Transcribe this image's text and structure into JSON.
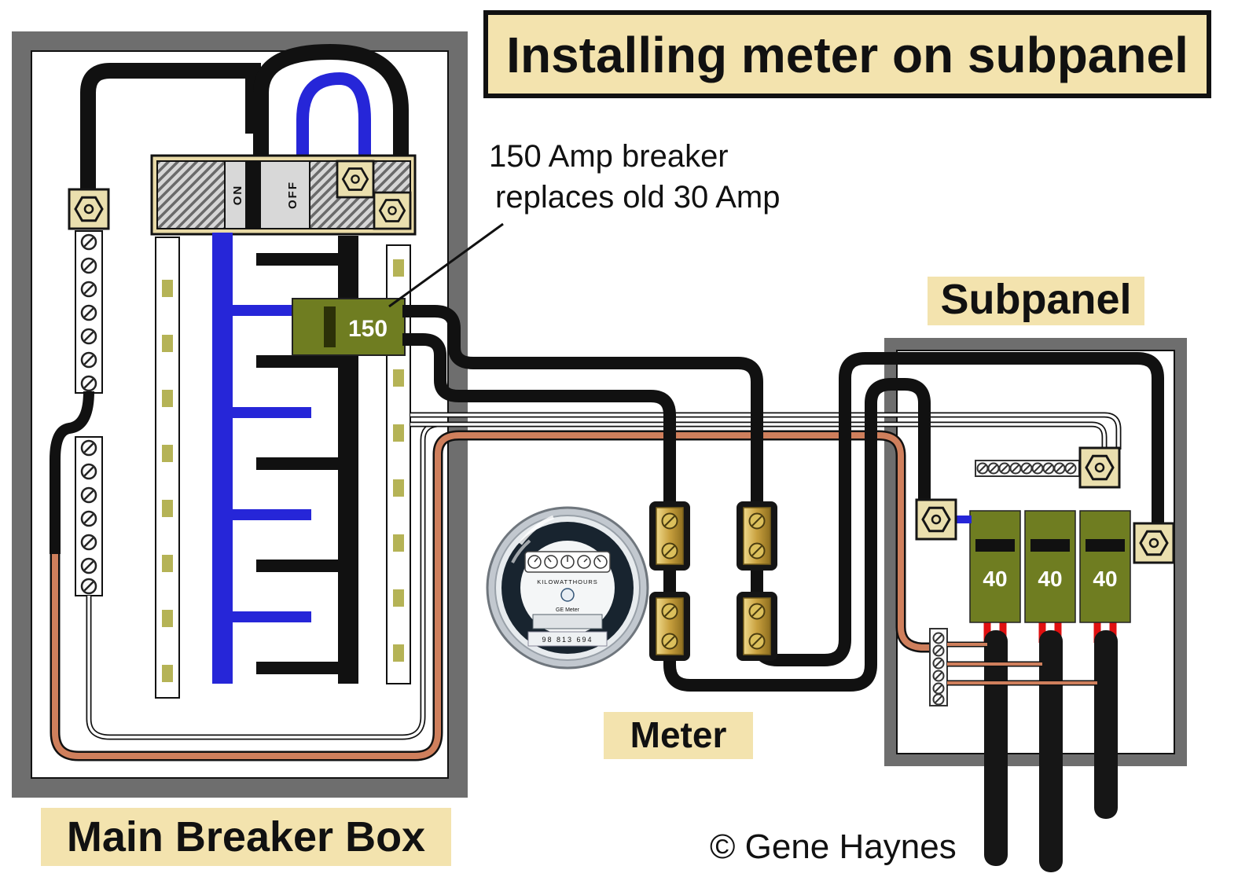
{
  "title": "Installing meter on subpanel",
  "annotation": {
    "line1": "150 Amp breaker",
    "line2": "replaces old 30 Amp"
  },
  "main_panel": {
    "label": "Main Breaker Box",
    "switch_on": "ON",
    "switch_off": "OFF",
    "breaker_150": "150"
  },
  "meter": {
    "label": "Meter",
    "face_title": "KILOWATTHOURS",
    "brand": "GE Meter",
    "serial": "98 813 694"
  },
  "subpanel": {
    "label": "Subpanel",
    "breakers": [
      "40",
      "40",
      "40"
    ]
  },
  "copyright": "© Gene Haynes",
  "colors": {
    "label_bg": "#f3e3ae",
    "olive": "#6f7d21",
    "blue": "#2626d8",
    "copper": "#cf7f5c",
    "brass": "#c8a03e",
    "panel_gray": "#6e6e6e",
    "red": "#e01010"
  }
}
